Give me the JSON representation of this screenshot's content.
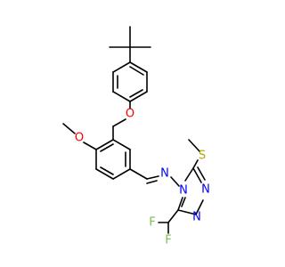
{
  "molecule": {
    "atom_labels": {
      "ether_oxygen": "O",
      "methoxy_oxygen": "O",
      "imine_nitrogen": "N",
      "triazole_n4": "N",
      "triazole_n1": "N",
      "triazole_n2": "N",
      "thioether_sulfur": "S",
      "fluorine_upper": "F",
      "fluorine_lower": "F"
    },
    "colors": {
      "bond": "#000000",
      "oxygen": "#ff0000",
      "nitrogen": "#0000ff",
      "sulfur": "#b2a600",
      "fluorine": "#7fbf4f"
    }
  }
}
